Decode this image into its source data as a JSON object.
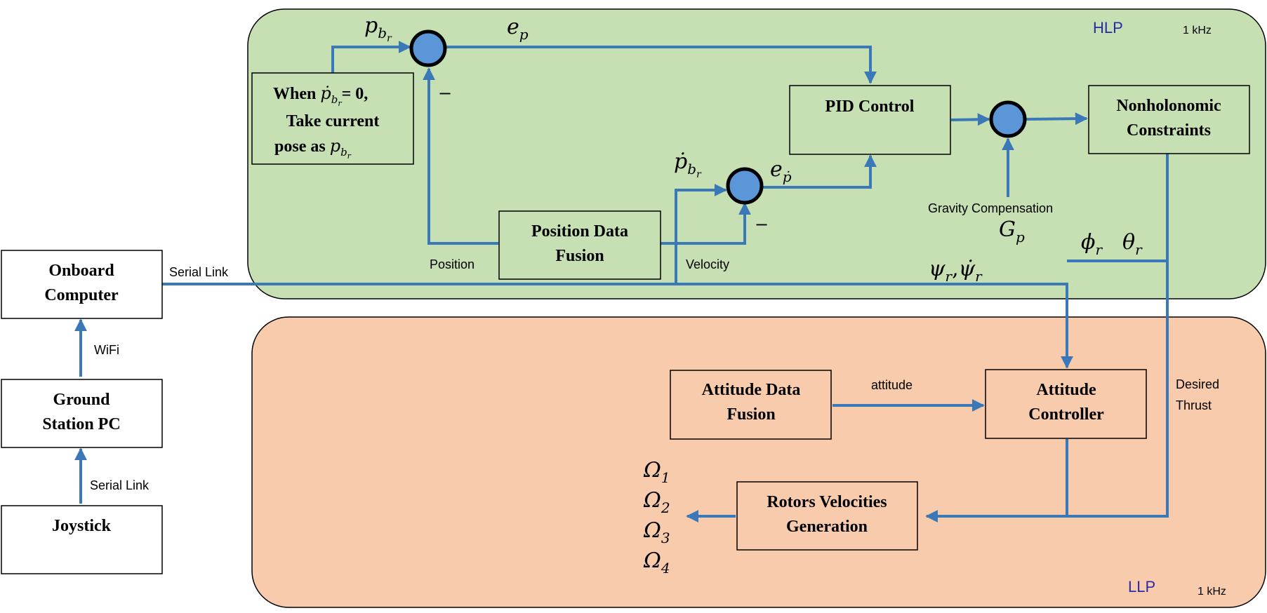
{
  "colors": {
    "hlp_fill": "#c6e0b4",
    "llp_fill": "#f8cbad",
    "line": "#3a78b8",
    "summer_fill": "#5a96d8",
    "tag_text": "#2a2aa8"
  },
  "regions": {
    "hlp": {
      "label": "HLP",
      "rate": "1 kHz"
    },
    "llp": {
      "label": "LLP",
      "rate": "1 kHz"
    }
  },
  "blocks": {
    "onboard_line1": "Onboard",
    "onboard_line2": "Computer",
    "ground_line1": "Ground",
    "ground_line2": "Station PC",
    "joystick": "Joystick",
    "when_line1_pre": "When ",
    "when_line1_post": "= 0,",
    "when_line2": "Take current",
    "when_line3": "pose as ",
    "pid": "PID Control",
    "nonholo_line1": "Nonholonomic",
    "nonholo_line2": "Constraints",
    "posfusion_line1": "Position Data",
    "posfusion_line2": "Fusion",
    "attfusion_line1": "Attitude Data",
    "attfusion_line2": "Fusion",
    "attctrl_line1": "Attitude",
    "attctrl_line2": "Controller",
    "rotors_line1": "Rotors Velocities",
    "rotors_line2": "Generation"
  },
  "labels": {
    "serial_link_top": "Serial Link",
    "wifi": "WiFi",
    "serial_link_bottom": "Serial Link",
    "position": "Position",
    "velocity": "Velocity",
    "gravity_comp": "Gravity Compensation",
    "attitude": "attitude",
    "desired_line1": "Desired",
    "desired_line2": "Thrust",
    "minus1": "−",
    "minus2": "−"
  },
  "symbols": {
    "p_br_top": {
      "base": "p",
      "sub": "b",
      "subsub": "r"
    },
    "e_p": {
      "base": "e",
      "sub": "p"
    },
    "p_dot_br": {
      "base": "ṗ",
      "sub": "b",
      "subsub": "r"
    },
    "e_pdot": {
      "base": "e",
      "sub": "ṗ"
    },
    "G_p": {
      "base": "G",
      "sub": "p"
    },
    "phi_r": {
      "base": "ϕ",
      "sub": "r"
    },
    "theta_r": {
      "base": "θ",
      "sub": "r"
    },
    "psi_r": {
      "base": "ψ",
      "sub": "r",
      "sep": ","
    },
    "psidot_r": {
      "base": "ψ̇",
      "sub": "r"
    },
    "omega1": {
      "base": "Ω",
      "sub": "1"
    },
    "omega2": {
      "base": "Ω",
      "sub": "2"
    },
    "omega3": {
      "base": "Ω",
      "sub": "3"
    },
    "omega4": {
      "base": "Ω",
      "sub": "4"
    },
    "when_pdot": {
      "base": "ṗ",
      "sub": "b",
      "subsub": "r"
    },
    "when_p": {
      "base": "p",
      "sub": "b",
      "subsub": "r"
    }
  }
}
